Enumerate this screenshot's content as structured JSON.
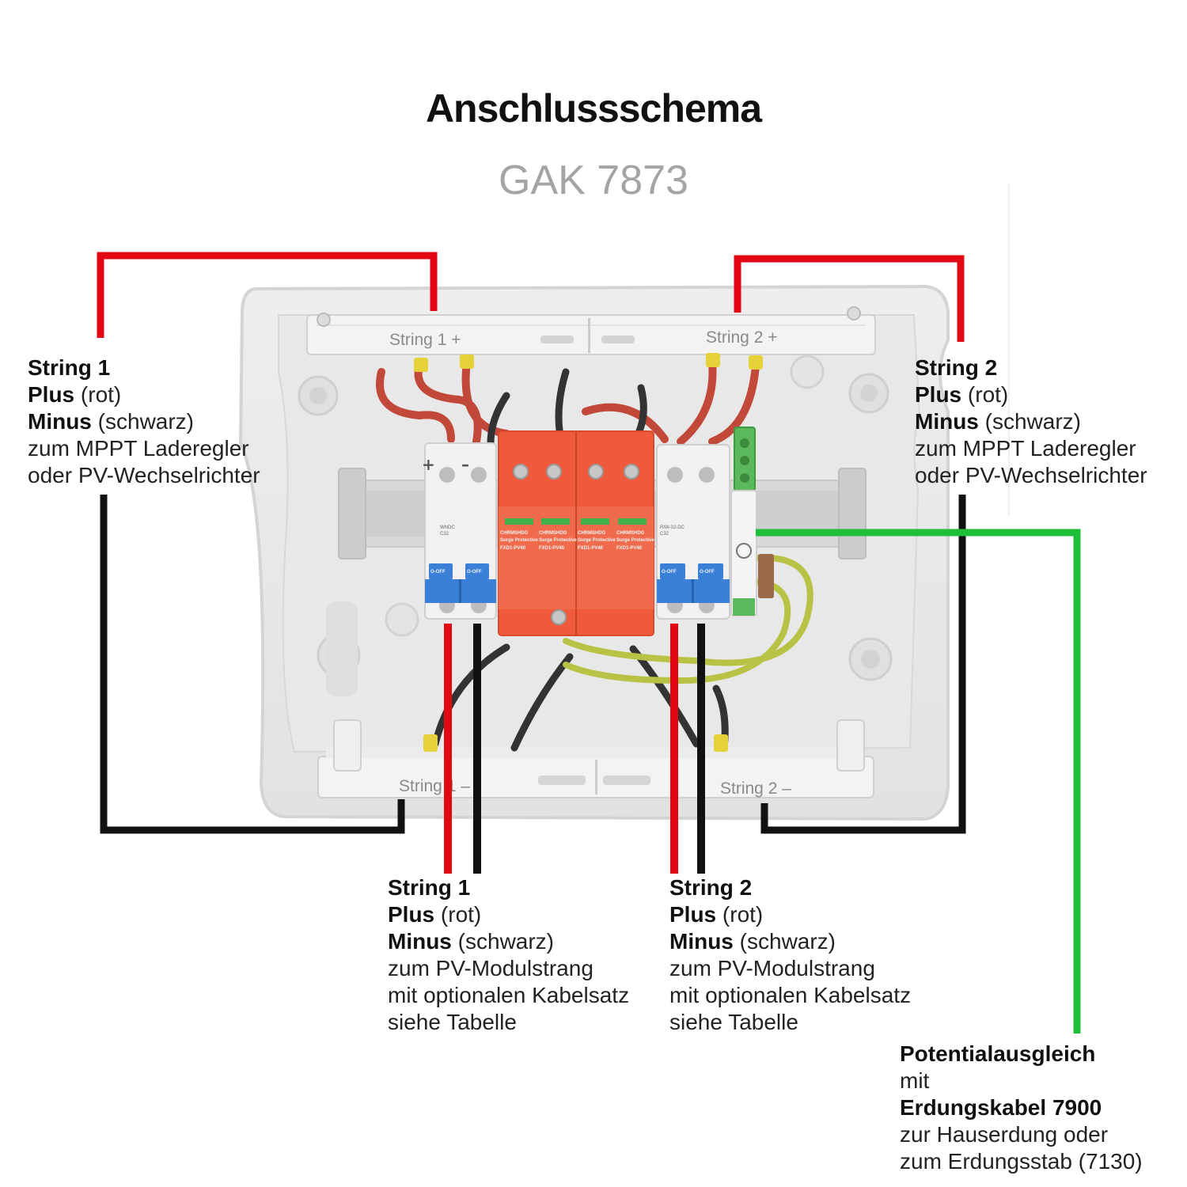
{
  "header": {
    "title": "Anschlussschema",
    "subtitle": "GAK 7873"
  },
  "box": {
    "rail_top_left": "String 1 +",
    "rail_top_right": "String 2 +",
    "rail_bottom_left": "String 1 –",
    "rail_bottom_right": "String 2 –",
    "breaker_left_brand": "WNDC",
    "breaker_left_model": "C32",
    "breaker_right_brand": "RIW-32-DC",
    "breaker_right_model": "C32",
    "breaker_switch": "O-OFF",
    "spd_brand": "CHRMSHDG",
    "spd_sub": "Surge Protective",
    "spd_model": "FXD1-PV40",
    "polarity_plus": "+",
    "polarity_minus": "–"
  },
  "labels": {
    "top_left": {
      "line1_bold": "String 1",
      "line2_bold": "Plus",
      "line2_rest": " (rot)",
      "line3_bold": "Minus",
      "line3_rest": " (schwarz)",
      "line4": "zum MPPT Laderegler",
      "line5": "oder PV-Wechselrichter"
    },
    "top_right": {
      "line1_bold": "String 2",
      "line2_bold": "Plus",
      "line2_rest": " (rot)",
      "line3_bold": "Minus",
      "line3_rest": " (schwarz)",
      "line4": "zum MPPT Laderegler",
      "line5": "oder PV-Wechselrichter"
    },
    "bottom_left": {
      "line1_bold": "String 1",
      "line2_bold": "Plus",
      "line2_rest": " (rot)",
      "line3_bold": "Minus",
      "line3_rest": " (schwarz)",
      "line4": "zum PV-Modulstrang",
      "line5": "mit optionalen Kabelsatz",
      "line6": "siehe Tabelle"
    },
    "bottom_middle": {
      "line1_bold": "String 2",
      "line2_bold": "Plus",
      "line2_rest": " (rot)",
      "line3_bold": "Minus",
      "line3_rest": " (schwarz)",
      "line4": "zum PV-Modulstrang",
      "line5": "mit optionalen Kabelsatz",
      "line6": "siehe Tabelle"
    },
    "bottom_right": {
      "line1_bold": "Potentialausgleich",
      "line2": "mit",
      "line3_bold": "Erdungskabel 7900",
      "line4": "zur Hauserdung oder",
      "line5": "zum Erdungsstab (7130)"
    }
  },
  "colors": {
    "plus_wire": "#e30613",
    "minus_wire": "#111111",
    "ground_wire": "#1fbf3a",
    "spd": "#ef5a3c",
    "switch": "#3a7fd8",
    "terminal_green": "#5cb85c"
  }
}
